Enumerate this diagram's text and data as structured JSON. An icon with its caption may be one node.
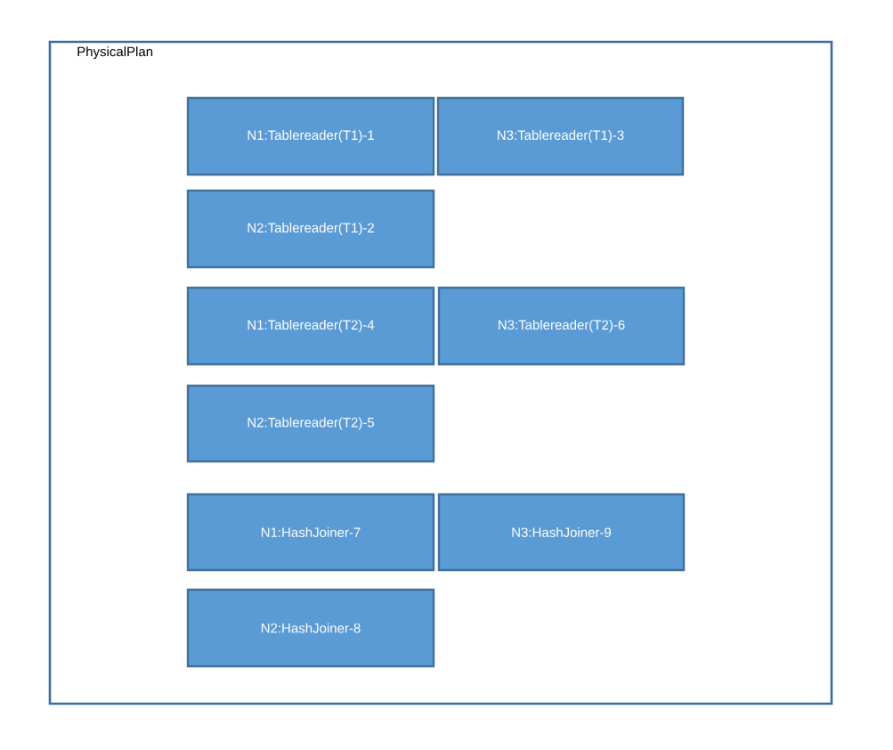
{
  "diagram": {
    "nodes": [
      {
        "text": [
          "PhysicalPlan"
        ]
      },
      {
        "text": [
          "N1:Tablereader(T1)-1"
        ],
        "in": 0
      },
      {
        "text": [
          "N3:Tablereader(T1)-3"
        ],
        "in": 0
      },
      {
        "text": [
          "N2:Tablereader(T1)-2"
        ],
        "in": 0
      },
      {
        "text": [
          "N1:Tablereader(T2)-4"
        ],
        "in": 0
      },
      {
        "text": [
          "N3:Tablereader(T2)-6"
        ],
        "in": 0
      },
      {
        "text": [
          "N2:Tablereader(T2)-5"
        ],
        "in": 0
      },
      {
        "text": [
          "N1:HashJoiner-7"
        ],
        "in": 0
      },
      {
        "text": [
          "N3:HashJoiner-9"
        ],
        "in": 0
      },
      {
        "text": [
          "N2:HashJoiner-8"
        ],
        "in": 0
      }
    ]
  }
}
